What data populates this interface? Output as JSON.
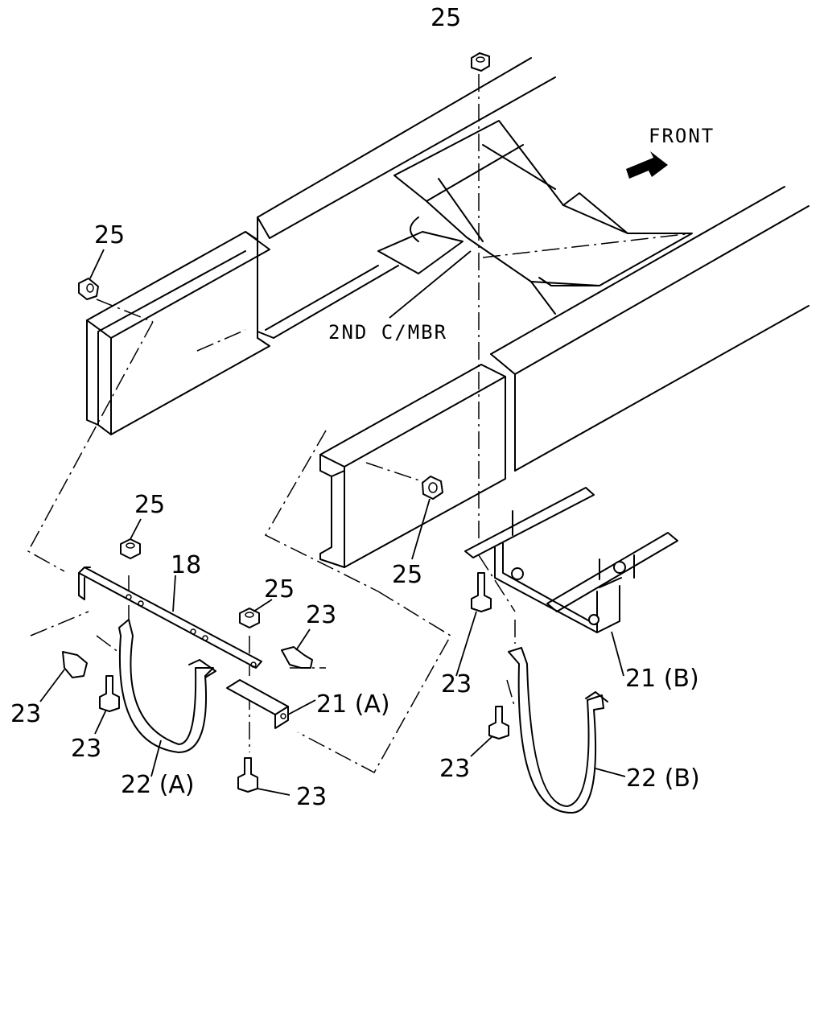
{
  "labels": {
    "nut_top": "25",
    "nut_left": "25",
    "nut_bracket_a": "25",
    "nut_mid": "25",
    "nut_frame": "25",
    "bolt_mid": "23",
    "bolt_left": "23",
    "bolt_lower_left": "23",
    "bolt_bottom": "23",
    "bolt_b_upper": "23",
    "bolt_b_lower": "23",
    "crossmember_bar": "18",
    "bracket_a": "21 (A)",
    "bracket_b": "21 (B)",
    "band_a": "22 (A)",
    "band_b": "22 (B)",
    "front": "FRONT",
    "crossmember": "2ND C/MBR"
  }
}
